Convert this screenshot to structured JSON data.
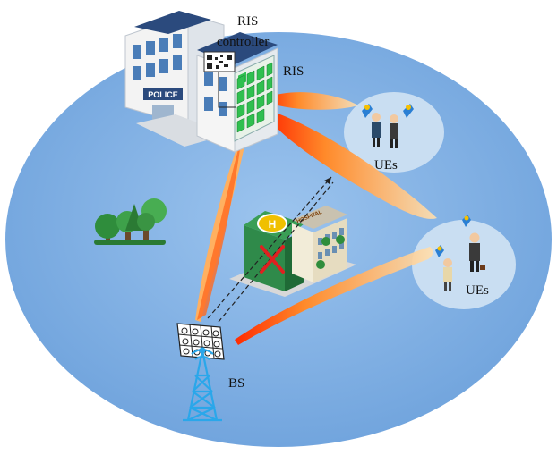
{
  "labels": {
    "ris_controller_line1": "RIS",
    "ris_controller_line2": "controller",
    "ris": "RIS",
    "ues_top": "UEs",
    "ues_right": "UEs",
    "bs": "BS"
  },
  "signs": {
    "police": "POLICE",
    "hospital": "HOSPITAL"
  },
  "colors": {
    "cell_fill": "#7fb0e4",
    "ue_cluster": "#c9def2",
    "beam_core": "#ff3b0a",
    "beam_edge": "#ffd28a",
    "tower": "#2aa7ea",
    "ris_panel": "#2fbf4f",
    "blocked_cross": "#e02020"
  },
  "icons": [
    "police-building-icon",
    "qr-code-icon",
    "hospital-building-icon",
    "trees-icon",
    "antenna-array-icon",
    "transmission-tower-icon",
    "person-icon",
    "signal-icon"
  ]
}
